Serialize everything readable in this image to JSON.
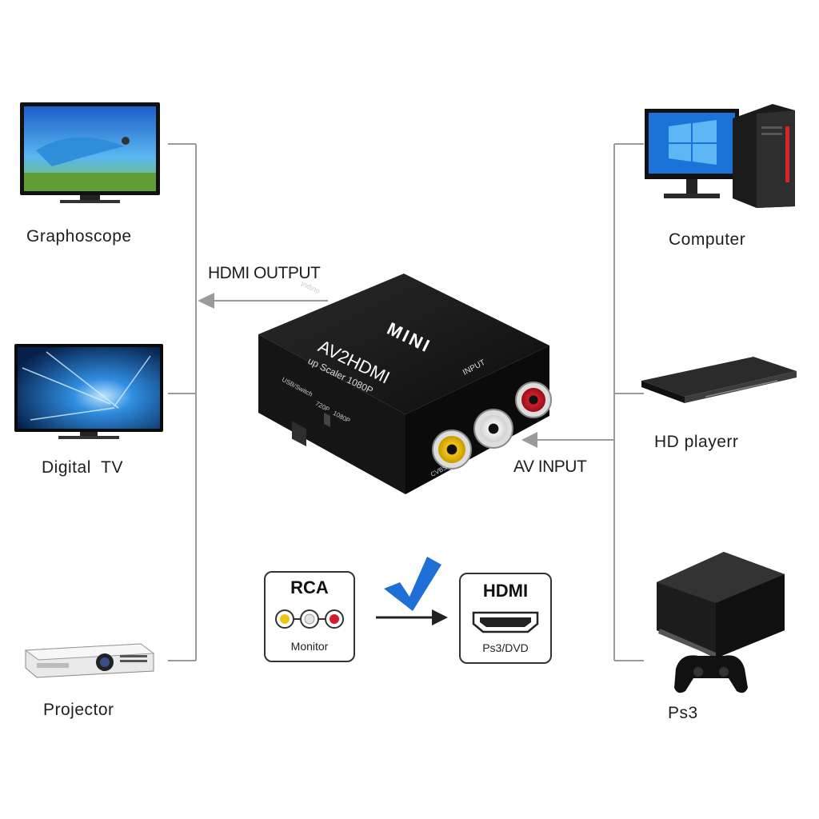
{
  "outputs": [
    {
      "label": "Graphoscope"
    },
    {
      "label": "Digital  TV"
    },
    {
      "label": "Projector"
    }
  ],
  "inputs": [
    {
      "label": "Computer"
    },
    {
      "label": "HD playerr"
    },
    {
      "label": "Ps3"
    }
  ],
  "flow": {
    "output_label": "HDMI OUTPUT",
    "input_label": "AV INPUT"
  },
  "device": {
    "brand": "MINI",
    "model": "AV2HDMI",
    "subtitle": "up Scaler 1080P",
    "output_port": "output",
    "input_port": "INPUT",
    "switch_label": "USB/Switch",
    "cvbs_label": "CVBS",
    "mode_a": "720P",
    "mode_b": "1080P"
  },
  "conversion": {
    "from_title": "RCA",
    "from_sub": "Monitor",
    "to_title": "HDMI",
    "to_sub": "Ps3/DVD"
  },
  "colors": {
    "line": "#9a9a9a",
    "check": "#1f6fd6",
    "rca_yellow": "#f2c618",
    "rca_red": "#d21e2a"
  }
}
